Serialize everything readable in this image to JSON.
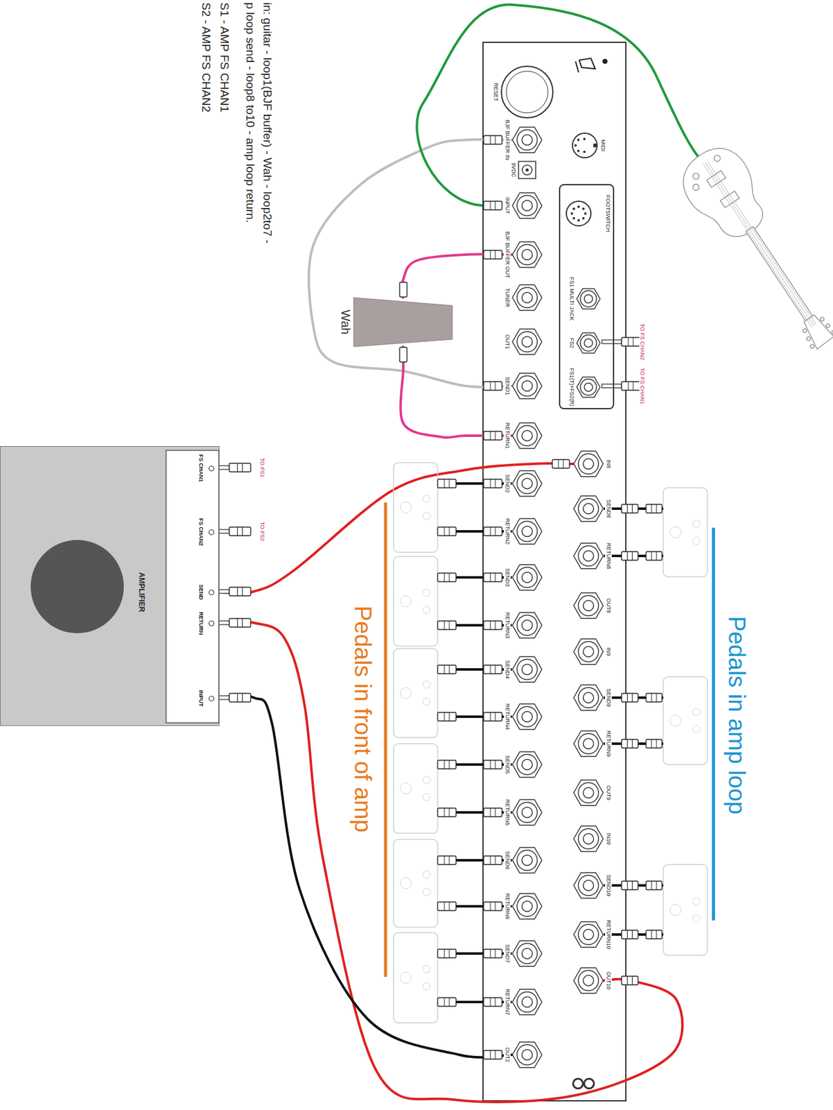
{
  "diagram": {
    "nodes": [
      {
        "text": [
          "AMPLIFIER"
        ]
      },
      {
        "text": [
          "FS CHAN1"
        ],
        "in": 0
      },
      {
        "text": [
          "FS CHAN2"
        ],
        "in": 0
      },
      {
        "text": [
          "SEND"
        ],
        "in": 0
      },
      {
        "text": [
          "RETURN"
        ],
        "in": 0
      },
      {
        "text": [
          "INPUT"
        ],
        "in": 0
      },
      {
        "text": [
          "Wah"
        ]
      },
      {
        "text": [
          "RESET"
        ]
      },
      {
        "text": [
          "BJF BUFFER IN"
        ]
      },
      {
        "text": [
          "9VDC"
        ]
      },
      {
        "text": [
          "INPUT"
        ]
      },
      {
        "text": [
          "BJF BUFFER OUT"
        ]
      },
      {
        "text": [
          "TUNER"
        ]
      },
      {
        "text": [
          "OUT1"
        ]
      },
      {
        "text": [
          "SEND1"
        ]
      },
      {
        "text": [
          "RETURN1"
        ]
      },
      {
        "text": [
          "SEND2"
        ]
      },
      {
        "text": [
          "RETURN2"
        ]
      },
      {
        "text": [
          "SEND3"
        ]
      },
      {
        "text": [
          "RETURN3"
        ]
      },
      {
        "text": [
          "SEND4"
        ]
      },
      {
        "text": [
          "RETURN4"
        ]
      },
      {
        "text": [
          "SEND5"
        ]
      },
      {
        "text": [
          "RETURN5"
        ]
      },
      {
        "text": [
          "SEND6"
        ]
      },
      {
        "text": [
          "RETURN6"
        ]
      },
      {
        "text": [
          "SEND7"
        ]
      },
      {
        "text": [
          "RETURN7"
        ]
      },
      {
        "text": [
          "OUT2"
        ]
      },
      {
        "text": [
          "MIDI"
        ]
      },
      {
        "text": [
          "FOOTSWITCH"
        ]
      },
      {
        "text": [
          "FS1 MULTI JACK"
        ],
        "in": 30
      },
      {
        "text": [
          "FS2"
        ],
        "in": 30
      },
      {
        "text": [
          "FS1(T)+FS2(R)"
        ],
        "in": 30
      },
      {
        "text": [
          "IN8"
        ]
      },
      {
        "text": [
          "SEND8"
        ]
      },
      {
        "text": [
          "RETURN8"
        ]
      },
      {
        "text": [
          "OUT8"
        ]
      },
      {
        "text": [
          "IN9"
        ]
      },
      {
        "text": [
          "SEND9"
        ]
      },
      {
        "text": [
          "RETURN9"
        ]
      },
      {
        "text": [
          "OUT9"
        ]
      },
      {
        "text": [
          "IN10"
        ]
      },
      {
        "text": [
          "SEND10"
        ]
      },
      {
        "text": [
          "RETURN10"
        ]
      },
      {
        "text": [
          "OUT10"
        ]
      }
    ],
    "edges": [
      {
        "from": 3,
        "to": 34,
        "arrow": "none"
      },
      {
        "from": 45,
        "to": 4,
        "arrow": "none"
      },
      {
        "from": 28,
        "to": 5,
        "arrow": "none"
      },
      {
        "from": 14,
        "to": 8,
        "arrow": "none"
      },
      {
        "from": 11,
        "to": 6,
        "arrow": "none"
      },
      {
        "from": 6,
        "to": 15,
        "arrow": "none"
      }
    ],
    "labels": [
      "in: guitar - loop1(BJF buffer) - Wah - loop2to7 -",
      "p loop send - loop8 to10 - amp loop return.",
      "S1 - AMP FS CHAN1",
      "S2 - AMP FS CHAN2",
      "TO FS CHAN2",
      "TO FS CHAN1",
      "Pedals in amp loop",
      "Pedals in front of amp",
      "TO FS1",
      "TO FS2"
    ]
  }
}
